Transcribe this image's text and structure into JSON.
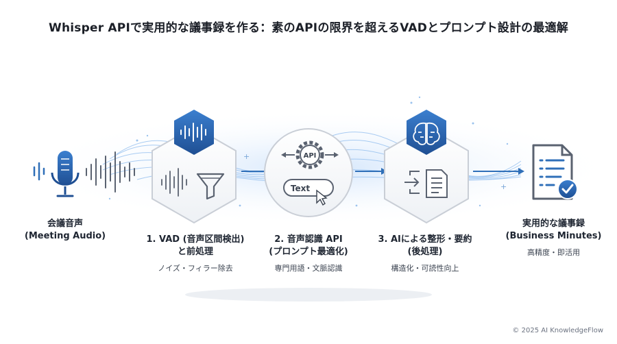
{
  "title": "Whisper APIで実用的な議事録を作る：素のAPIの限界を超えるVADとプロンプト設計の最適解",
  "steps": [
    {
      "label_line1": "会議音声",
      "label_line2": "(Meeting Audio)",
      "sub": "",
      "icon": "microphone-icon"
    },
    {
      "label_line1": "1. VAD (音声区間検出)",
      "label_line2": "と前処理",
      "sub": "ノイズ・フィラー除去",
      "icon": "funnel-icon"
    },
    {
      "label_line1": "2. 音声認識 API",
      "label_line2": "(プロンプト最適化)",
      "sub": "専門用語・文脈認識",
      "icon": "api-gear-icon"
    },
    {
      "label_line1": "3. AIによる整形・要約",
      "label_line2": "(後処理)",
      "sub": "構造化・可読性向上",
      "icon": "brain-icon"
    },
    {
      "label_line1": "実用的な議事録",
      "label_line2": "(Business Minutes)",
      "sub": "高精度・即活用",
      "icon": "document-check-icon"
    }
  ],
  "api_badge": "API",
  "text_box": "Text",
  "footer": "© 2025 AI KnowledgeFlow",
  "colors": {
    "accent": "#2f6fb8",
    "accent_dark": "#1f4f93",
    "wave": "#7fb0e6",
    "hex_border": "#c9ced6"
  }
}
